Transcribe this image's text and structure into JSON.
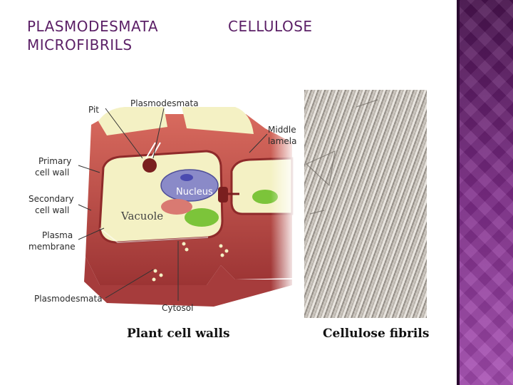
{
  "slide": {
    "title_line1": "PLASMODESMATA",
    "title_line2": "MICROFIBRILS",
    "title_right": "CELLULOSE"
  },
  "diagram": {
    "labels": {
      "pit": "Pit",
      "plasmodesmata_top": "Plasmodesmata",
      "middle_lamella_1": "Middle",
      "middle_lamella_2": "lamela",
      "primary_1": "Primary",
      "primary_2": "cell wall",
      "secondary_1": "Secondary",
      "secondary_2": "cell wall",
      "plasma_1": "Plasma",
      "plasma_2": "membrane",
      "plasmodesmata_bottom": "Plasmodesmata",
      "cytosol": "Cytosol",
      "nucleus": "Nucleus",
      "vacuole": "Vacuole"
    },
    "caption": "Plant cell walls"
  },
  "micrograph": {
    "caption": "Cellulose fibrils"
  },
  "colors": {
    "title": "#5b1f66",
    "wall": "#c0504d",
    "wall_dark": "#8f2a2a",
    "cytoplasm": "#f4f1c4",
    "nucleus": "#8a8ac8",
    "chloroplast": "#7cc43a",
    "band": "#7e2c89"
  }
}
